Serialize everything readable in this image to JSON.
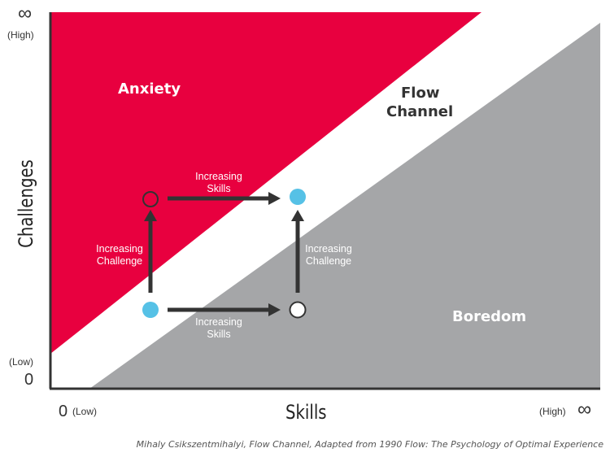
{
  "axes": {
    "y_title": "Challenges",
    "x_title": "Skills",
    "y_high_symbol": "∞",
    "y_high_label": "(High)",
    "y_low_label": "(Low)",
    "y_zero": "0",
    "x_zero": "0",
    "x_low_label": "(Low)",
    "x_high_label": "(High)",
    "x_high_symbol": "∞"
  },
  "regions": {
    "anxiety": "Anxiety",
    "flow_line1": "Flow",
    "flow_line2": "Channel",
    "boredom": "Boredom"
  },
  "annotations": {
    "top_skills_line1": "Increasing",
    "top_skills_line2": "Skills",
    "left_challenge_line1": "Increasing",
    "left_challenge_line2": "Challenge",
    "right_challenge_line1": "Increasing",
    "right_challenge_line2": "Challenge",
    "bottom_skills_line1": "Increasing",
    "bottom_skills_line2": "Skills"
  },
  "caption": "Mihaly Csikszentmihalyi, Flow Channel, Adapted from 1990 Flow: The Psychology of Optimal Experience",
  "colors": {
    "anxiety": "#e8003f",
    "boredom": "#a5a6a8",
    "arrow": "#333333",
    "dot": "#56c1e6",
    "axis": "#333333"
  }
}
